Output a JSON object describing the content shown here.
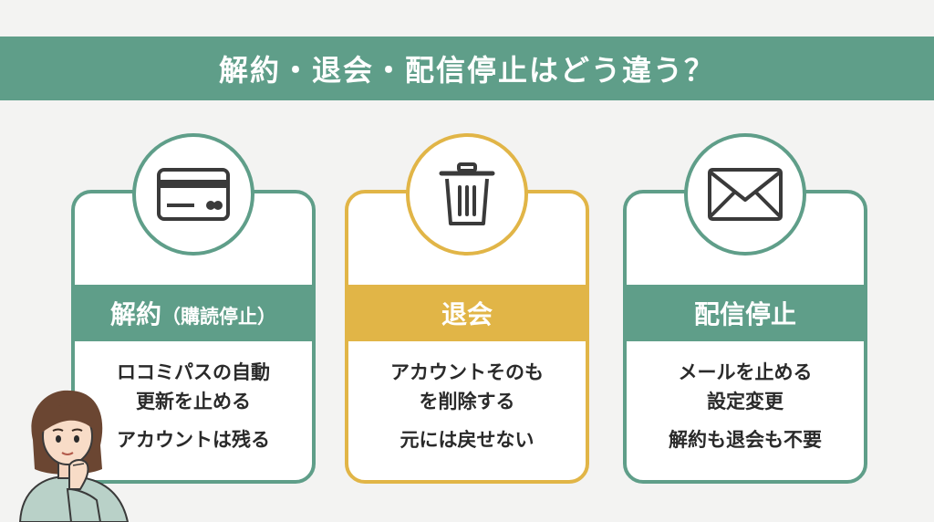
{
  "header": {
    "title": "解約・退会・配信停止はどう違う？"
  },
  "colors": {
    "green": "#5f9e89",
    "gold": "#e1b547",
    "background": "#f3f3f2"
  },
  "cards": [
    {
      "icon": "credit-card-icon",
      "title": "解約",
      "title_sub": "（購読停止）",
      "line1": "ロコミパスの自動",
      "line2": "更新を止める",
      "line3": "アカウントは残る"
    },
    {
      "icon": "trash-can-icon",
      "title": "退会",
      "title_sub": "",
      "line1": "アカウントそのも",
      "line2": "を削除する",
      "line3": "元には戻せない"
    },
    {
      "icon": "envelope-icon",
      "title": "配信停止",
      "title_sub": "",
      "line1": "メールを止める",
      "line2": "設定変更",
      "line3": "解約も退会も不要"
    }
  ]
}
